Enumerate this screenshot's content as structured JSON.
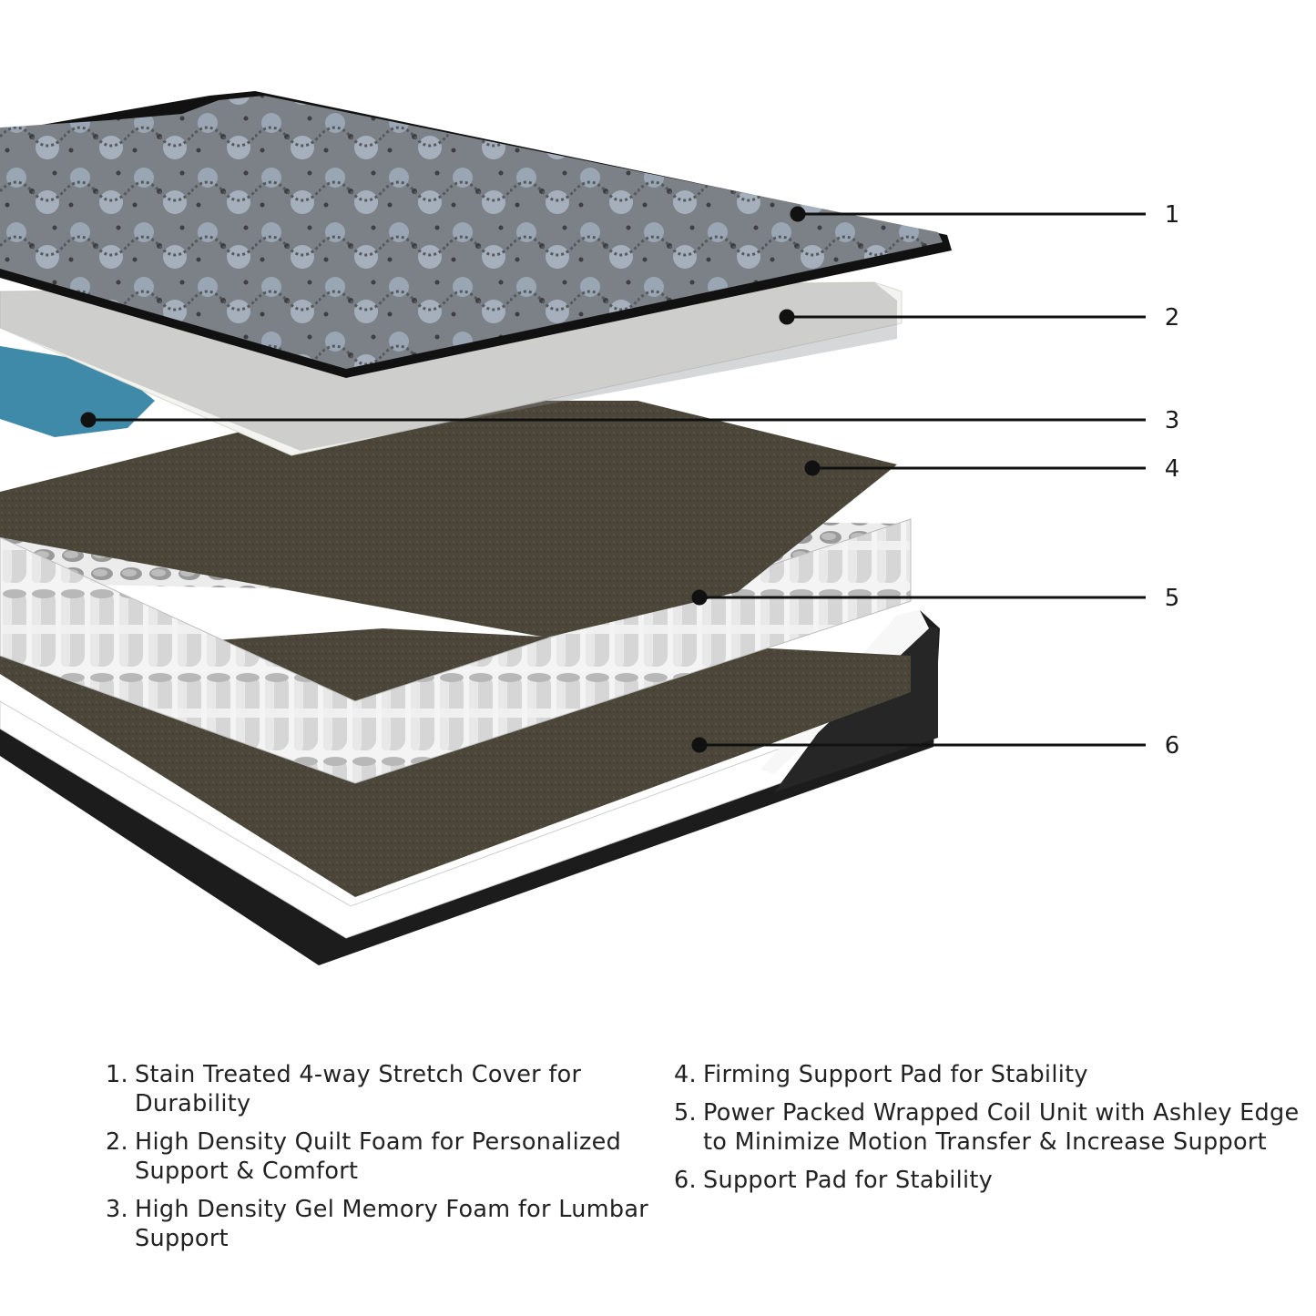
{
  "callouts": [
    "1",
    "2",
    "3",
    "4",
    "5",
    "6"
  ],
  "legend": {
    "left": [
      {
        "num": "1.",
        "text": "Stain Treated 4-way Stretch Cover for Durability"
      },
      {
        "num": "2.",
        "text": "High Density Quilt Foam for Personalized Support & Comfort"
      },
      {
        "num": "3.",
        "text": "High Density Gel Memory Foam for Lumbar Support"
      }
    ],
    "right": [
      {
        "num": "4.",
        "text": "Firming Support Pad for Stability"
      },
      {
        "num": "5.",
        "text": "Power Packed Wrapped Coil Unit with Ashley Edge to Minimize Motion Transfer & Increase Support"
      },
      {
        "num": "6.",
        "text": "Support Pad for Stability"
      }
    ]
  },
  "colors": {
    "cover": "#6e7277",
    "foam": "#f2f2ee",
    "gel": "#3f8aa8",
    "pad": "#4a4538",
    "coil": "#d9d9d9",
    "base": "#1f1f1f"
  }
}
